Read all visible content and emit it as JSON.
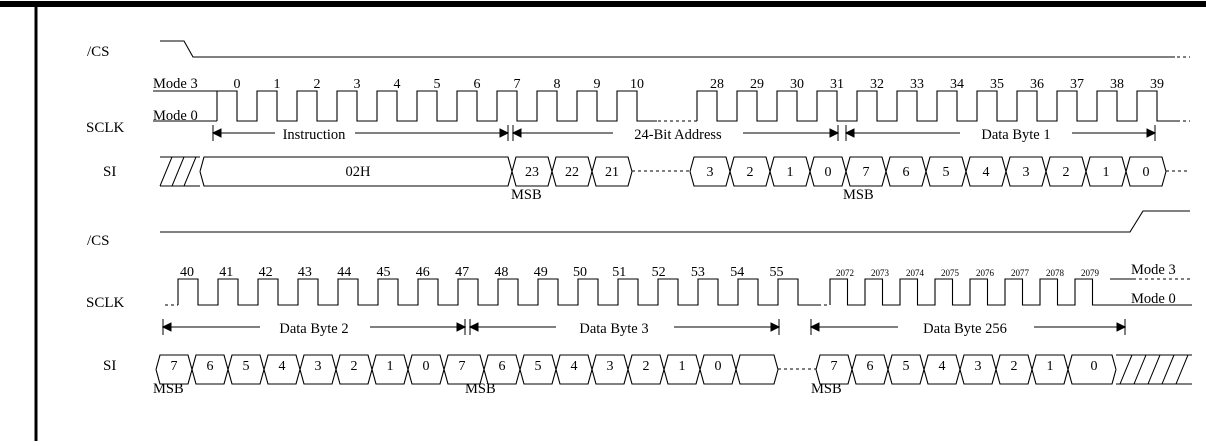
{
  "signals": {
    "cs": "/CS",
    "sclk": "SCLK",
    "si": "SI"
  },
  "modes": {
    "mode3": "Mode 3",
    "mode0": "Mode 0"
  },
  "row1": {
    "clocks": [
      "0",
      "1",
      "2",
      "3",
      "4",
      "5",
      "6",
      "7",
      "8",
      "9",
      "10",
      "28",
      "29",
      "30",
      "31",
      "32",
      "33",
      "34",
      "35",
      "36",
      "37",
      "38",
      "39"
    ],
    "segments": [
      "Instruction",
      "24-Bit Address",
      "Data Byte 1"
    ],
    "instruction": "02H",
    "address_bits": [
      "23",
      "22",
      "21",
      "3",
      "2",
      "1",
      "0"
    ],
    "data_bits": [
      "7",
      "6",
      "5",
      "4",
      "3",
      "2",
      "1",
      "0"
    ],
    "msb": "MSB"
  },
  "row2": {
    "clocks": [
      "40",
      "41",
      "42",
      "43",
      "44",
      "45",
      "46",
      "47",
      "48",
      "49",
      "50",
      "51",
      "52",
      "53",
      "54",
      "55"
    ],
    "clocks_small": [
      "2072",
      "2073",
      "2074",
      "2075",
      "2076",
      "2077",
      "2078",
      "2079"
    ],
    "segments": [
      "Data Byte 2",
      "Data Byte 3",
      "Data Byte 256"
    ],
    "bits": [
      "7",
      "6",
      "5",
      "4",
      "3",
      "2",
      "1",
      "0"
    ],
    "msb": "MSB"
  },
  "colors": {
    "line": "#000000",
    "background": "#ffffff"
  }
}
